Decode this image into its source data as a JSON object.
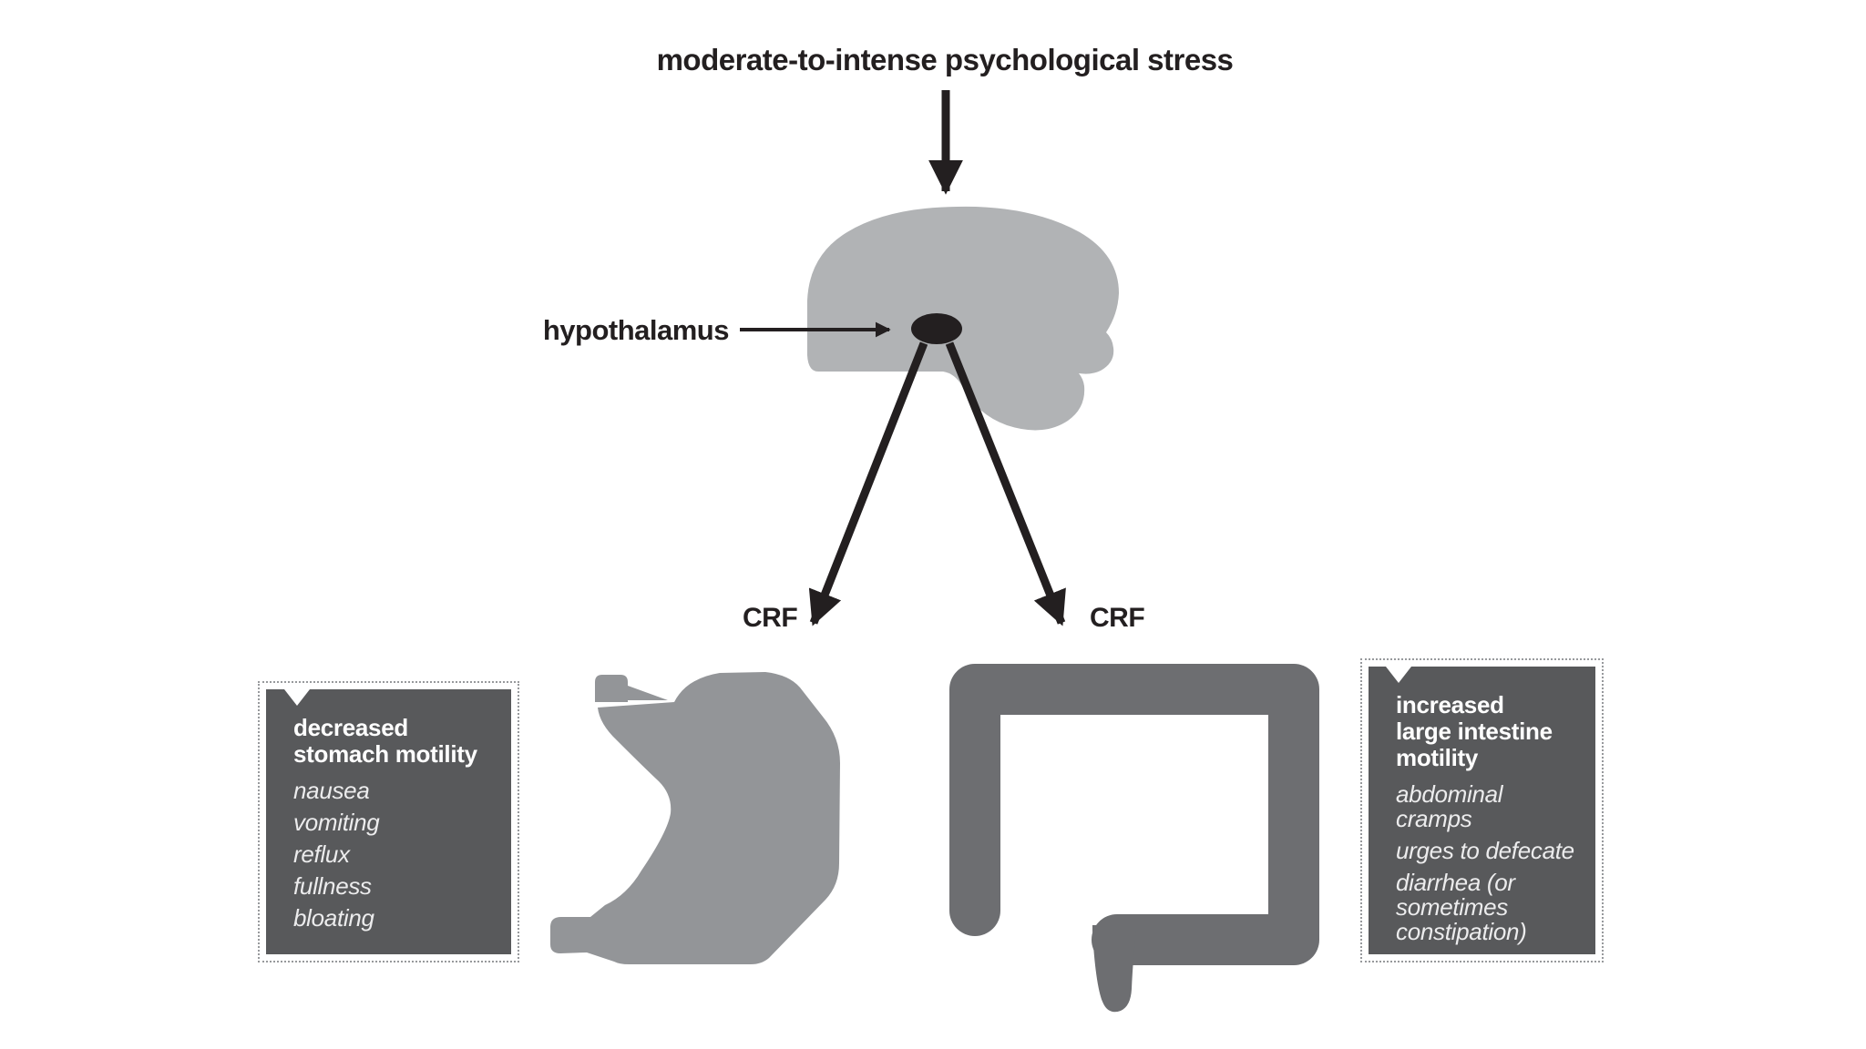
{
  "diagram_title": "moderate-to-intense psychological stress",
  "labels": {
    "hypothalamus": "hypothalamus",
    "crf": "CRF"
  },
  "boxes": {
    "left": {
      "heading": "decreased stomach motility",
      "heading_lines": [
        "decreased",
        "stomach motility"
      ],
      "items": [
        "nausea",
        "vomiting",
        "reflux",
        "fullness",
        "bloating"
      ]
    },
    "right": {
      "heading": "increased large intestine motility",
      "heading_lines": [
        "increased",
        "large intestine",
        "motility"
      ],
      "items": [
        "abdominal cramps",
        "urges to defecate",
        "diarrhea (or sometimes constipation)"
      ]
    }
  },
  "icons": {
    "brain": "brain-silhouette",
    "hypothalamus_marker": "hypothalamus-dot",
    "stomach": "stomach-silhouette",
    "large_intestine": "large-intestine-silhouette",
    "stress_arrow": "down-arrow",
    "crf_arrows": "diagonal-arrows",
    "pointer": "label-pointer-arrow"
  },
  "colors": {
    "ink": "#231f20",
    "brain": "#b1b3b5",
    "stomach": "#939598",
    "intestine": "#6d6e71",
    "box_background": "#58595b",
    "box_heading_text": "#ffffff",
    "box_item_text": "#ececed",
    "dotted_border": "#97999c",
    "background": "#ffffff"
  }
}
